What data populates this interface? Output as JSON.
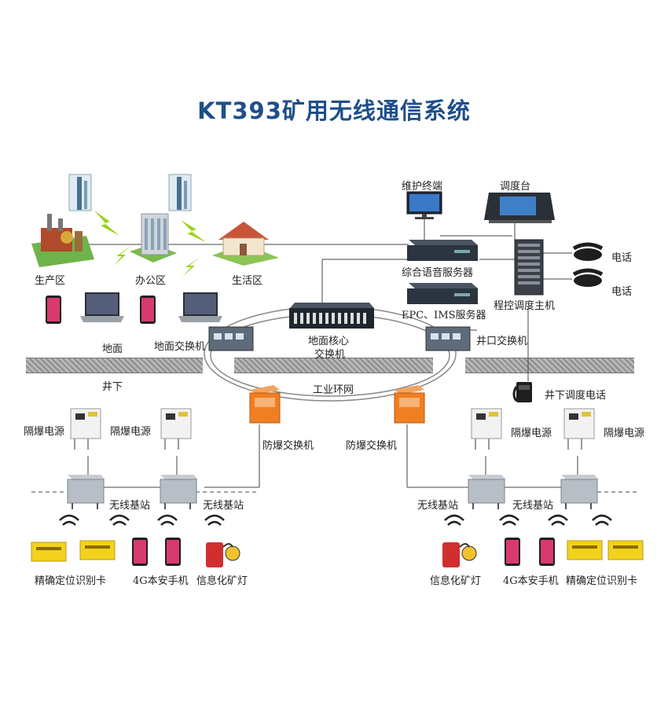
{
  "title": "KT393矿用无线通信系统",
  "labels": {
    "production": "生产区",
    "office": "办公区",
    "living": "生活区",
    "maint_terminal": "维护终端",
    "dispatch_desk": "调度台",
    "voice_server": "综合语音服务器",
    "epc_server": "EPC、IMS服务器",
    "pbx_host": "程控调度主机",
    "phone1": "电话",
    "phone2": "电话",
    "ground": "地面",
    "ground_switch": "地面交换机",
    "core_switch_l1": "地面核心",
    "core_switch_l2": "交换机",
    "shaft_switch": "井口交换机",
    "underground": "井下",
    "industrial_ring": "工业环网",
    "ug_phone": "井下调度电话",
    "psu_1": "隔爆电源",
    "psu_2": "隔爆电源",
    "psu_3": "隔爆电源",
    "psu_4": "隔爆电源",
    "ex_switch_left": "防爆交换机",
    "ex_switch_right": "防爆交换机",
    "bs_1": "无线基站",
    "bs_2": "无线基站",
    "bs_3": "无线基站",
    "bs_4": "无线基站",
    "card_left": "精确定位识别卡",
    "phone_left": "4G本安手机",
    "lamp_left": "信息化矿灯",
    "lamp_right": "信息化矿灯",
    "phone_right": "4G本安手机",
    "card_right": "精确定位识别卡"
  },
  "icons": [
    "radio-tower-icon",
    "lightning-icon",
    "factory-icon",
    "office-building-icon",
    "house-icon",
    "smartphone-icon",
    "laptop-icon",
    "computer-monitor-icon",
    "dispatch-console-icon",
    "server-icon",
    "server-rack-icon",
    "telephone-icon",
    "network-switch-icon",
    "explosion-proof-box-icon",
    "power-supply-icon",
    "base-station-icon",
    "wireless-signal-icon",
    "location-card-icon",
    "mine-lamp-icon"
  ],
  "colors": {
    "title": "#1f4f8b",
    "explosion_proof": "#f07e22",
    "lightning": "#9ad21b",
    "server": "#2b3440",
    "phone_screen": "#d83a6d"
  }
}
